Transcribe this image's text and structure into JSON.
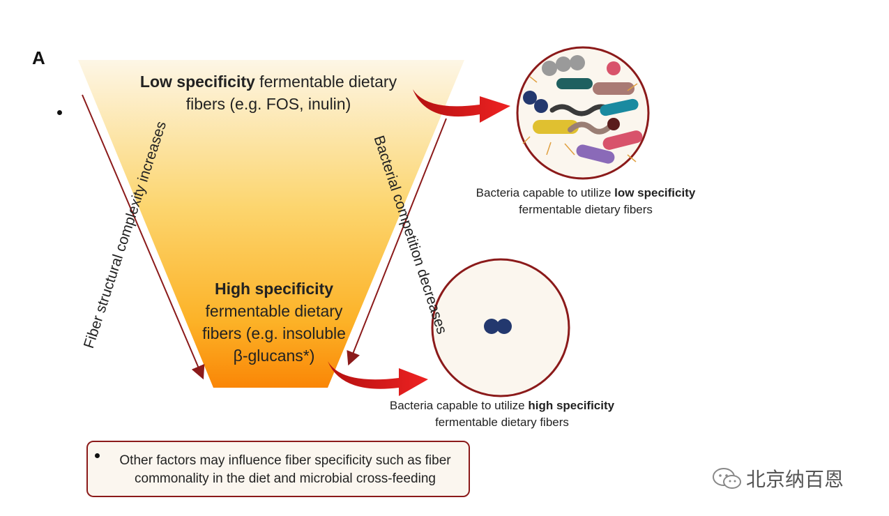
{
  "panel_label": "A",
  "funnel": {
    "low": {
      "bold": "Low specificity",
      "rest_line1": " fermentable dietary",
      "line2": "fibers (e.g. FOS, inulin)"
    },
    "high": {
      "bold": "High specificity",
      "line2": "fermentable dietary",
      "line3": "fibers (e.g. insoluble",
      "line4": "β-glucans*)"
    }
  },
  "side_labels": {
    "left": "Fiber structural complexity increases",
    "right": "Bacterial competition decreases"
  },
  "captions": {
    "low": {
      "prefix": "Bacteria capable to utilize ",
      "bold": "low specificity",
      "line2": "fermentable dietary fibers"
    },
    "high": {
      "prefix": "Bacteria capable to utilize ",
      "bold": "high specificity",
      "line2": "fermentable dietary fibers"
    }
  },
  "note": {
    "line1": "Other factors may influence fiber specificity such as fiber",
    "line2": "commonality in the diet and microbial cross-feeding"
  },
  "watermark": "北京纳百恩",
  "colors": {
    "funnel_top": "#fdf6e6",
    "funnel_mid": "#fcd36b",
    "funnel_bottom": "#fa8a06",
    "arrow_red": "#d81b1b",
    "ring": "#8b1a1a",
    "note_border": "#8b1a1a"
  },
  "icons": [
    "bullet-icon",
    "curved-arrow-icon",
    "wechat-icon"
  ]
}
